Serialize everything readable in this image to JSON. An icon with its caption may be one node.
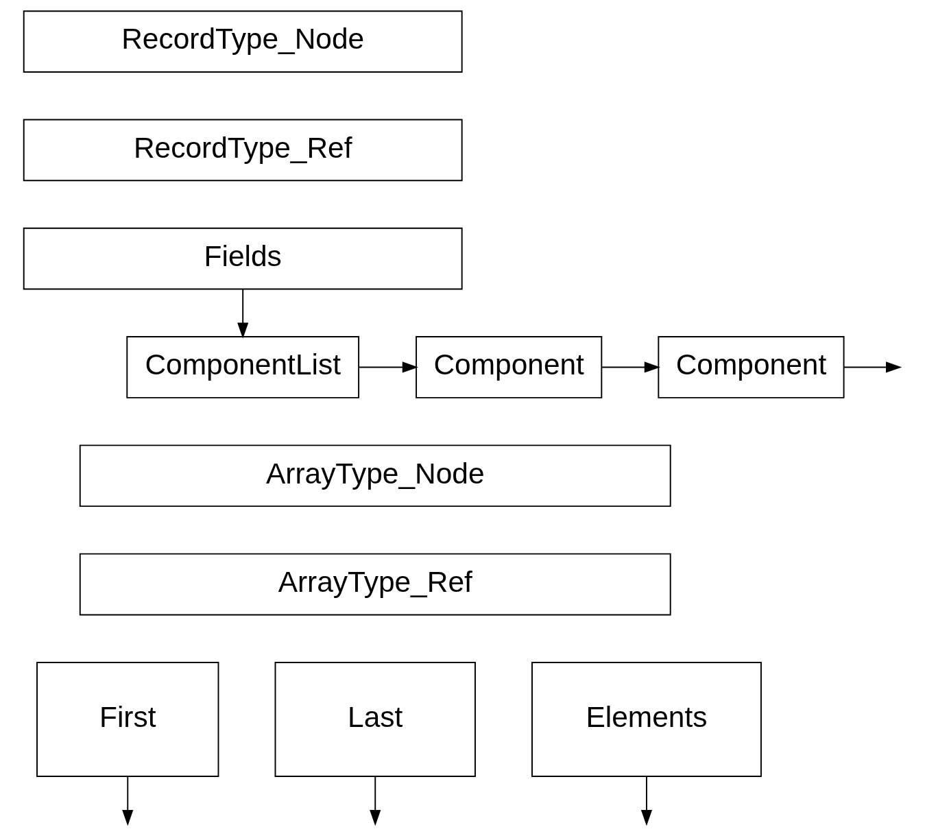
{
  "diagram": {
    "nodes": [
      {
        "text": [
          "RecordType_Node"
        ]
      },
      {
        "text": [
          "RecordType_Ref"
        ]
      },
      {
        "text": [
          "Fields"
        ]
      },
      {
        "text": [
          "ComponentList"
        ]
      },
      {
        "text": [
          "Component"
        ]
      },
      {
        "text": [
          "Component"
        ]
      },
      {
        "text": [
          "ArrayType_Node"
        ]
      },
      {
        "text": [
          "ArrayType_Ref"
        ]
      },
      {
        "text": [
          "First"
        ]
      },
      {
        "text": [
          "Last"
        ]
      },
      {
        "text": [
          "Elements"
        ]
      }
    ],
    "edges": [
      {
        "from": 2,
        "to": 3,
        "arrow": "to"
      },
      {
        "from": 3,
        "to": 4,
        "arrow": "to"
      },
      {
        "from": 4,
        "to": 5,
        "arrow": "to"
      },
      {
        "from": 5,
        "to": null,
        "arrow": "to"
      },
      {
        "from": 8,
        "to": null,
        "arrow": "to"
      },
      {
        "from": 9,
        "to": null,
        "arrow": "to"
      },
      {
        "from": 10,
        "to": null,
        "arrow": "to"
      }
    ]
  }
}
